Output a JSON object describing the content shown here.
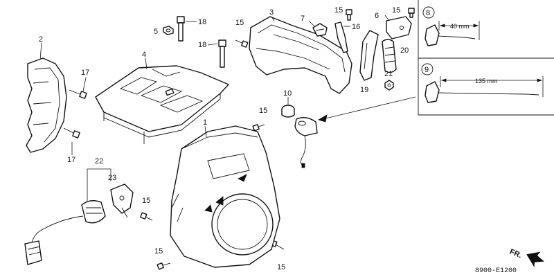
{
  "callouts": {
    "c2": "2",
    "c3": "3",
    "c4": "4",
    "c5": "5",
    "c6": "6",
    "c7": "7",
    "c8": "8",
    "c9": "9",
    "c10": "10",
    "c1": "1",
    "c15a": "15",
    "c15b": "15",
    "c15c": "15",
    "c15d": "15",
    "c15e": "15",
    "c15f": "15",
    "c15g": "15",
    "c16": "16",
    "c17a": "17",
    "c17b": "17",
    "c18a": "18",
    "c18b": "18",
    "c19": "19",
    "c20": "20",
    "c21": "21",
    "c22": "22",
    "c23": "23"
  },
  "inset8": {
    "dimension": "40 mm"
  },
  "inset9": {
    "dimension": "135 mm"
  },
  "footer": {
    "direction": "FR.",
    "code": "8900-E1200"
  }
}
